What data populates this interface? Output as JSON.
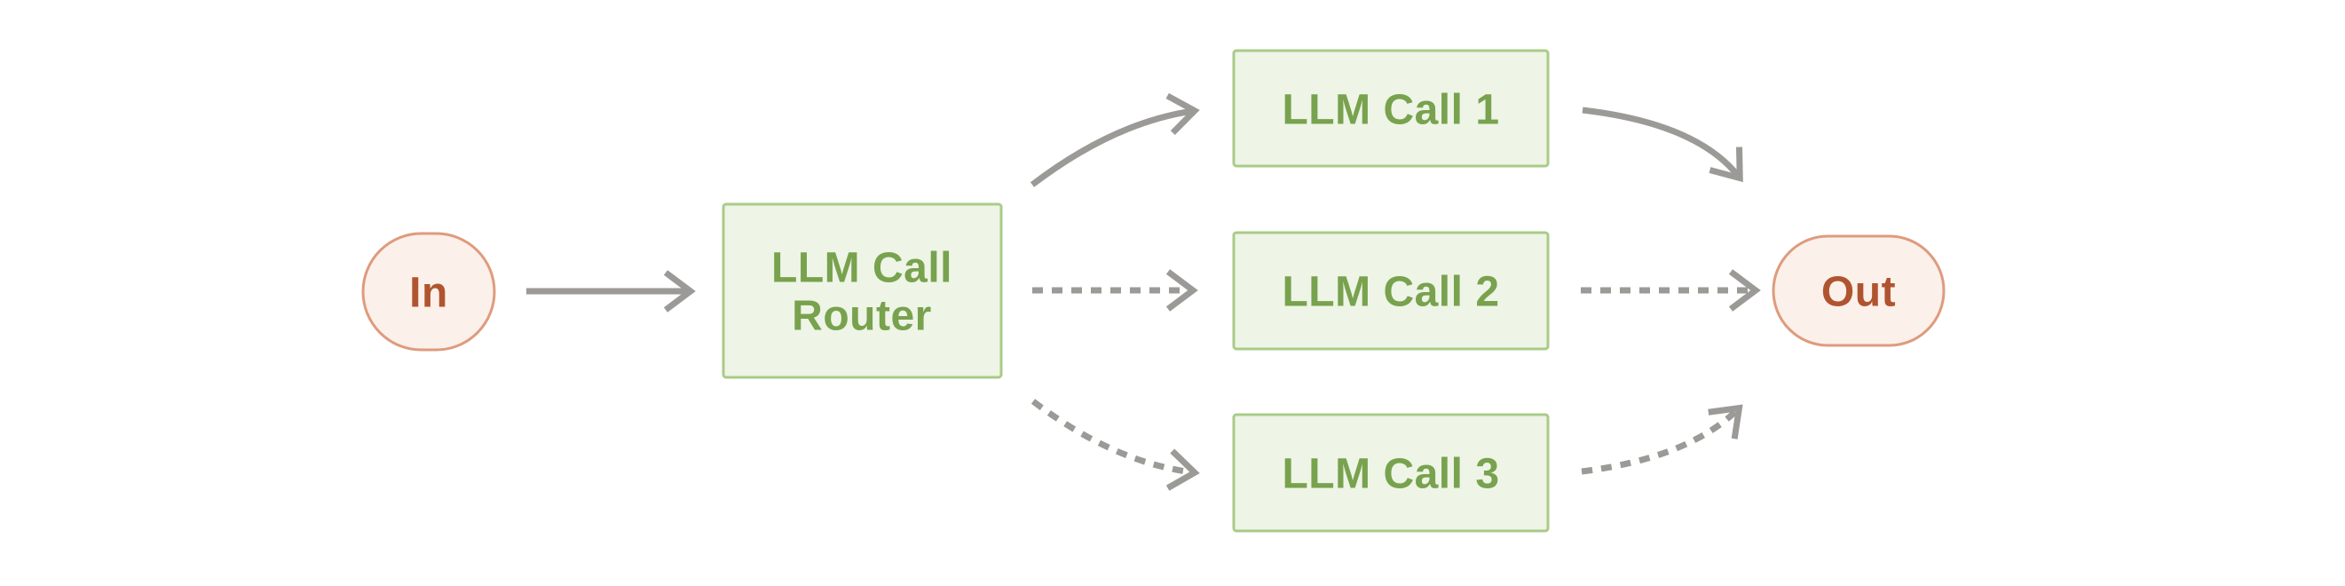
{
  "diagram_type": "llm-routing-workflow",
  "colors": {
    "background": "#ffffff",
    "arrow": "#9b9a97",
    "box_fill": "#eef4e6",
    "box_border": "#a9cb87",
    "box_text": "#78a24e",
    "terminal_fill": "#fbf0ea",
    "terminal_border": "#de9b7d",
    "terminal_text": "#b05430"
  },
  "nodes": {
    "input": {
      "label": "In"
    },
    "router": {
      "label": "LLM Call Router",
      "line1": "LLM Call",
      "line2": "Router"
    },
    "call1": {
      "label": "LLM Call 1"
    },
    "call2": {
      "label": "LLM Call 2"
    },
    "call3": {
      "label": "LLM Call 3"
    },
    "output": {
      "label": "Out"
    }
  },
  "edges": [
    {
      "from": "In",
      "to": "LLM Call Router",
      "style": "solid",
      "shape": "straight"
    },
    {
      "from": "LLM Call Router",
      "to": "LLM Call 1",
      "style": "solid",
      "shape": "curved-up"
    },
    {
      "from": "LLM Call Router",
      "to": "LLM Call 2",
      "style": "dashed",
      "shape": "straight"
    },
    {
      "from": "LLM Call Router",
      "to": "LLM Call 3",
      "style": "dashed",
      "shape": "curved-down"
    },
    {
      "from": "LLM Call 1",
      "to": "Out",
      "style": "solid",
      "shape": "curved-down"
    },
    {
      "from": "LLM Call 2",
      "to": "Out",
      "style": "dashed",
      "shape": "straight"
    },
    {
      "from": "LLM Call 3",
      "to": "Out",
      "style": "dashed",
      "shape": "curved-up"
    }
  ]
}
